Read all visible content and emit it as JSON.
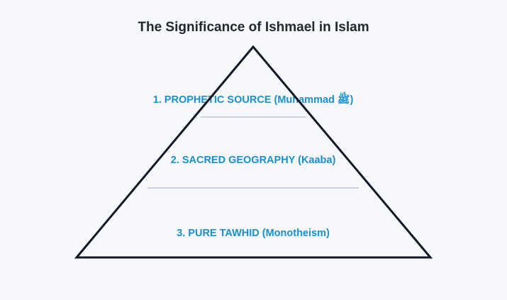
{
  "diagram": {
    "title": "The Significance of Ishmael in Islam",
    "tiers": [
      {
        "label": "1. PROPHETIC SOURCE (Muhammad ﷺ)"
      },
      {
        "label": "2. SACRED GEOGRAPHY (Kaaba)"
      },
      {
        "label": "3. PURE TAWHID (Monotheism)"
      }
    ],
    "colors": {
      "outline": "#121826",
      "label": "#1a8fc9",
      "divider": "#cdd3de",
      "background": "#f7f8fc"
    }
  }
}
